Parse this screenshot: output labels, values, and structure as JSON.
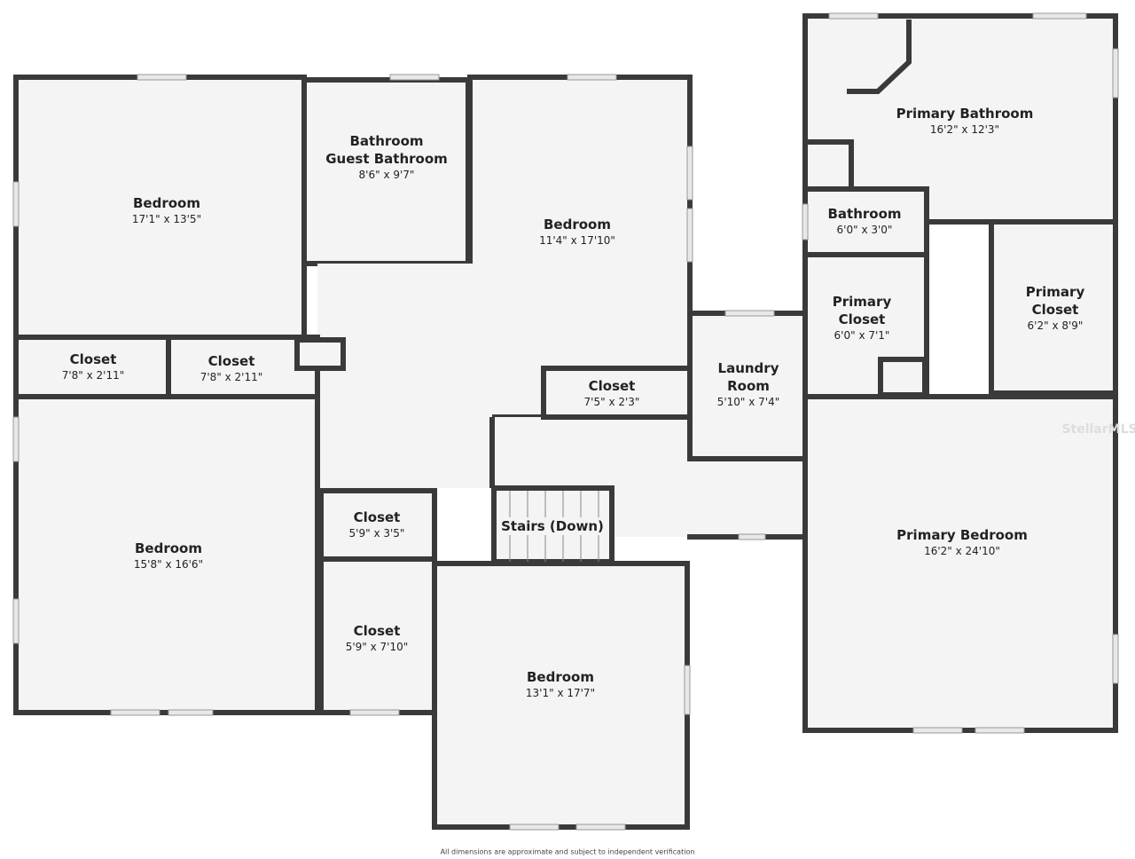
{
  "rooms": [
    {
      "name": "Bedroom",
      "dims": "17'1\" x 13'5\""
    },
    {
      "name": "Bathroom",
      "name2": "Guest Bathroom",
      "dims": "8'6\" x 9'7\""
    },
    {
      "name": "Bedroom",
      "dims": "11'4\" x 17'10\""
    },
    {
      "name": "Closet",
      "dims": "7'8\" x 2'11\""
    },
    {
      "name": "Closet",
      "dims": "7'8\" x 2'11\""
    },
    {
      "name": "Closet",
      "dims": "7'5\" x 2'3\""
    },
    {
      "name": "Bedroom",
      "dims": "15'8\" x 16'6\""
    },
    {
      "name": "Closet",
      "dims": "5'9\" x 3'5\""
    },
    {
      "name": "Closet",
      "dims": "5'9\" x 7'10\""
    },
    {
      "name": "Stairs (Down)"
    },
    {
      "name": "Bedroom",
      "dims": "13'1\" x 17'7\""
    },
    {
      "name": "Laundry",
      "name2": "Room",
      "dims": "5'10\" x 7'4\""
    },
    {
      "name": "Primary Bathroom",
      "dims": "16'2\" x 12'3\""
    },
    {
      "name": "Bathroom",
      "dims": "6'0\" x 3'0\""
    },
    {
      "name": "Primary",
      "name2": "Closet",
      "dims": "6'0\" x 7'1\""
    },
    {
      "name": "Primary",
      "name2": "Closet",
      "dims": "6'2\" x 8'9\""
    },
    {
      "name": "Primary Bedroom",
      "dims": "16'2\" x 24'10\""
    }
  ],
  "footer": "All dimensions are approximate and subject to independent verification",
  "watermark": "StellarMLS",
  "colors": {
    "wall": "#3a3a3a",
    "floor": "#f4f4f4",
    "window": "#e0e0e0"
  }
}
